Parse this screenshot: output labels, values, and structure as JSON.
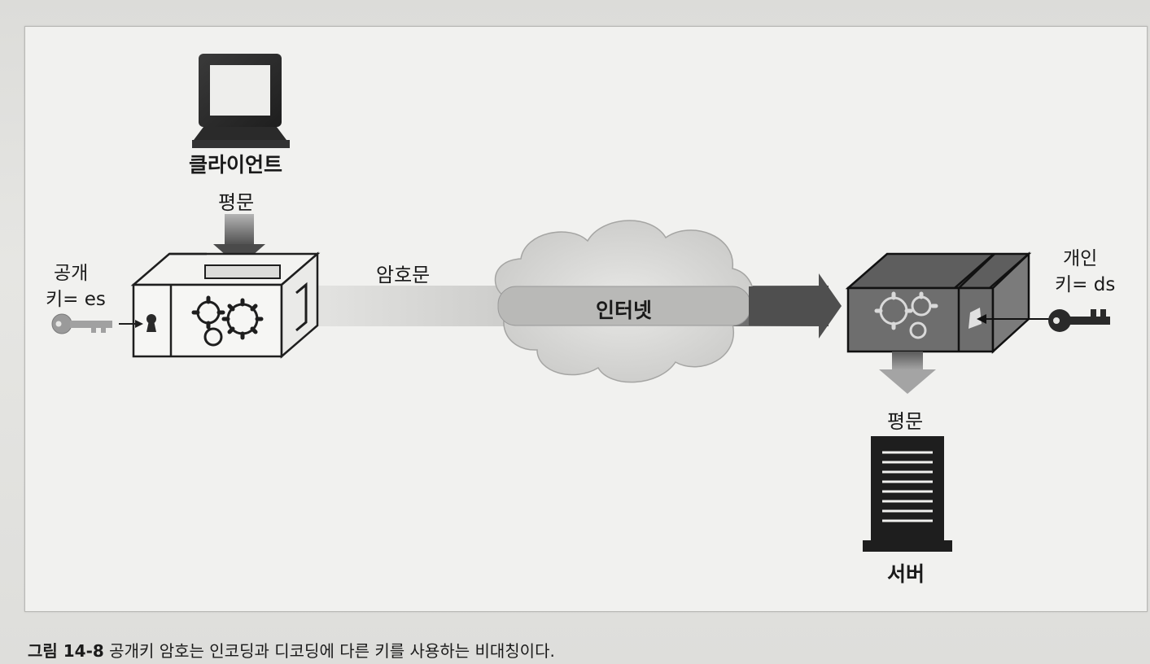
{
  "diagram": {
    "client_label": "클라이언트",
    "plaintext_client": "평문",
    "public_key_line1": "공개",
    "public_key_line2": "키= es",
    "ciphertext_label": "암호문",
    "internet_label": "인터넷",
    "private_key_line1": "개인",
    "private_key_line2": "키= ds",
    "plaintext_server": "평문",
    "server_label": "서버"
  },
  "caption": {
    "label": "그림 14-8",
    "text": " 공개키 암호는 인코딩과 디코딩에 다른 키를 사용하는 비대칭이다."
  },
  "colors": {
    "frame_bg": "#f1f1ef",
    "arrow_dark": "#5a5a5a",
    "box_dark": "#6b6b6b",
    "text": "#1a1a1a"
  }
}
